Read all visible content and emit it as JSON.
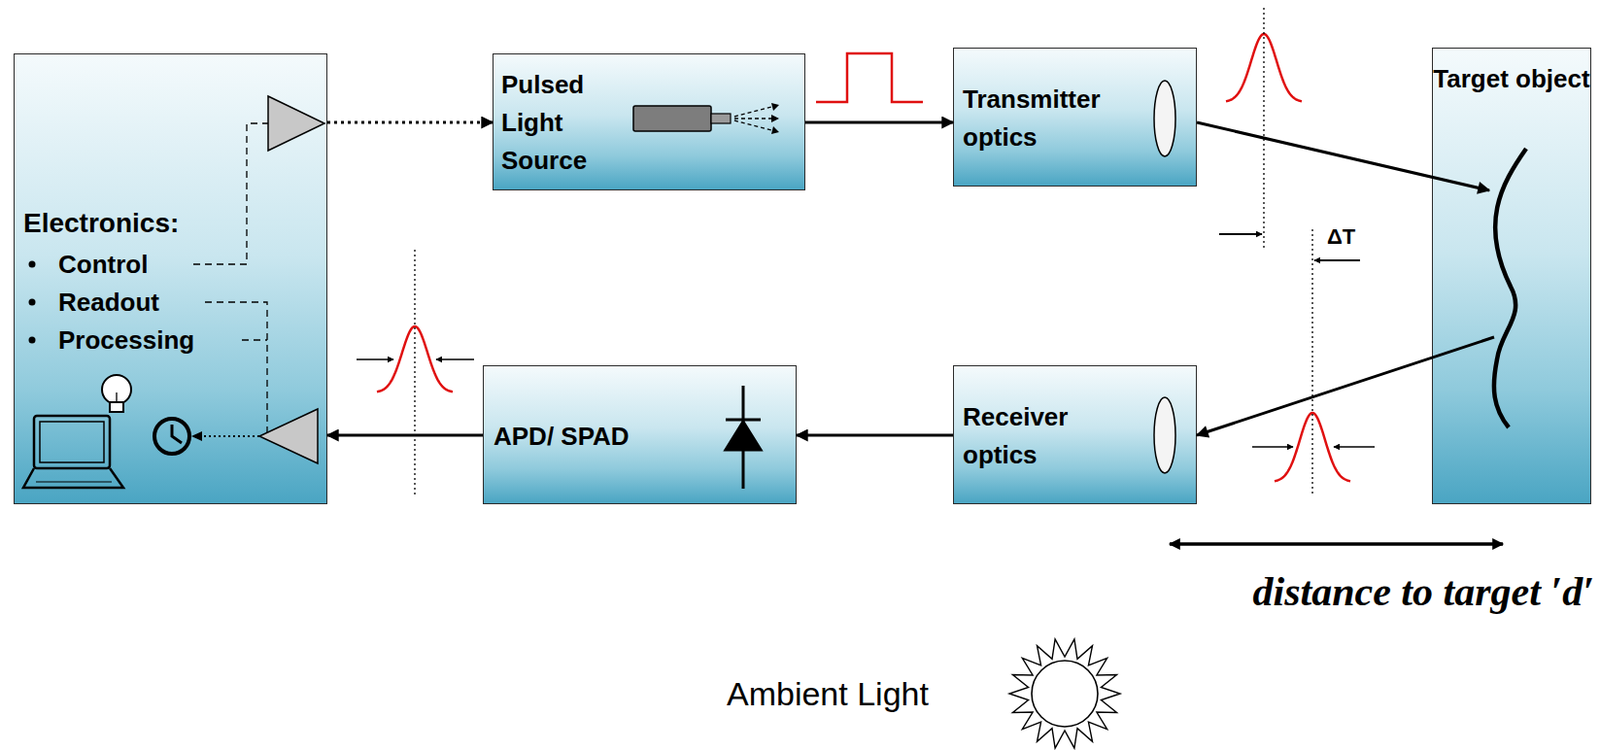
{
  "diagram": {
    "nodes": [
      {
        "text": [
          "Electronics:",
          "Control",
          "Readout",
          "Processing"
        ]
      },
      {
        "text": [
          "Pulsed Light Source"
        ]
      },
      {
        "text": [
          "Transmitter optics"
        ]
      },
      {
        "text": [
          "Target object"
        ]
      },
      {
        "text": [
          "APD/ SPAD"
        ]
      },
      {
        "text": [
          "Receiver optics"
        ]
      }
    ],
    "edges": [
      {
        "from": 0,
        "to": 1,
        "arrow": "to"
      },
      {
        "from": 1,
        "to": 2,
        "arrow": "to"
      },
      {
        "from": 2,
        "to": 3,
        "arrow": "to"
      },
      {
        "from": 3,
        "to": 5,
        "arrow": "to"
      },
      {
        "from": 5,
        "to": 4,
        "arrow": "to"
      },
      {
        "from": 4,
        "to": 0,
        "arrow": "to"
      }
    ],
    "labels": [
      "ΔT",
      "distance to target ′d′",
      "Ambient Light"
    ]
  }
}
